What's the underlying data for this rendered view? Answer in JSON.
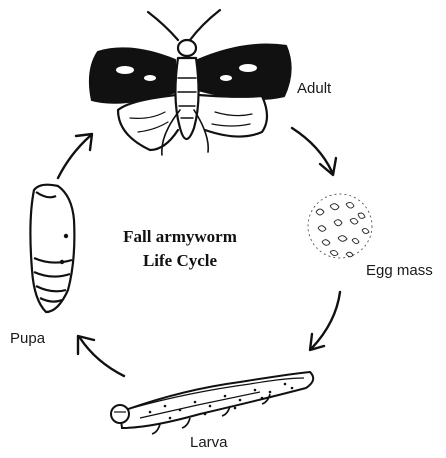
{
  "diagram": {
    "title_line1": "Fall armyworm",
    "title_line2": "Life Cycle",
    "stages": {
      "adult": "Adult",
      "egg_mass": "Egg mass",
      "larva": "Larva",
      "pupa": "Pupa"
    },
    "ink_color": "#111111",
    "background_color": "#ffffff"
  }
}
